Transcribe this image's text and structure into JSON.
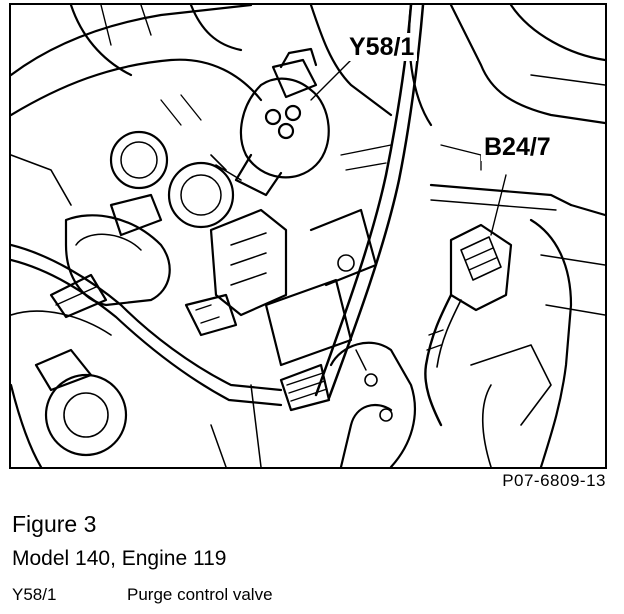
{
  "figure": {
    "code": "P07-6809-13",
    "title": "Figure 3",
    "model": "Model 140, Engine 119"
  },
  "callouts": {
    "purge_valve": "Y58/1",
    "sensor": "B24/7"
  },
  "legend": [
    {
      "code": "Y58/1",
      "description": "Purge control valve"
    }
  ]
}
